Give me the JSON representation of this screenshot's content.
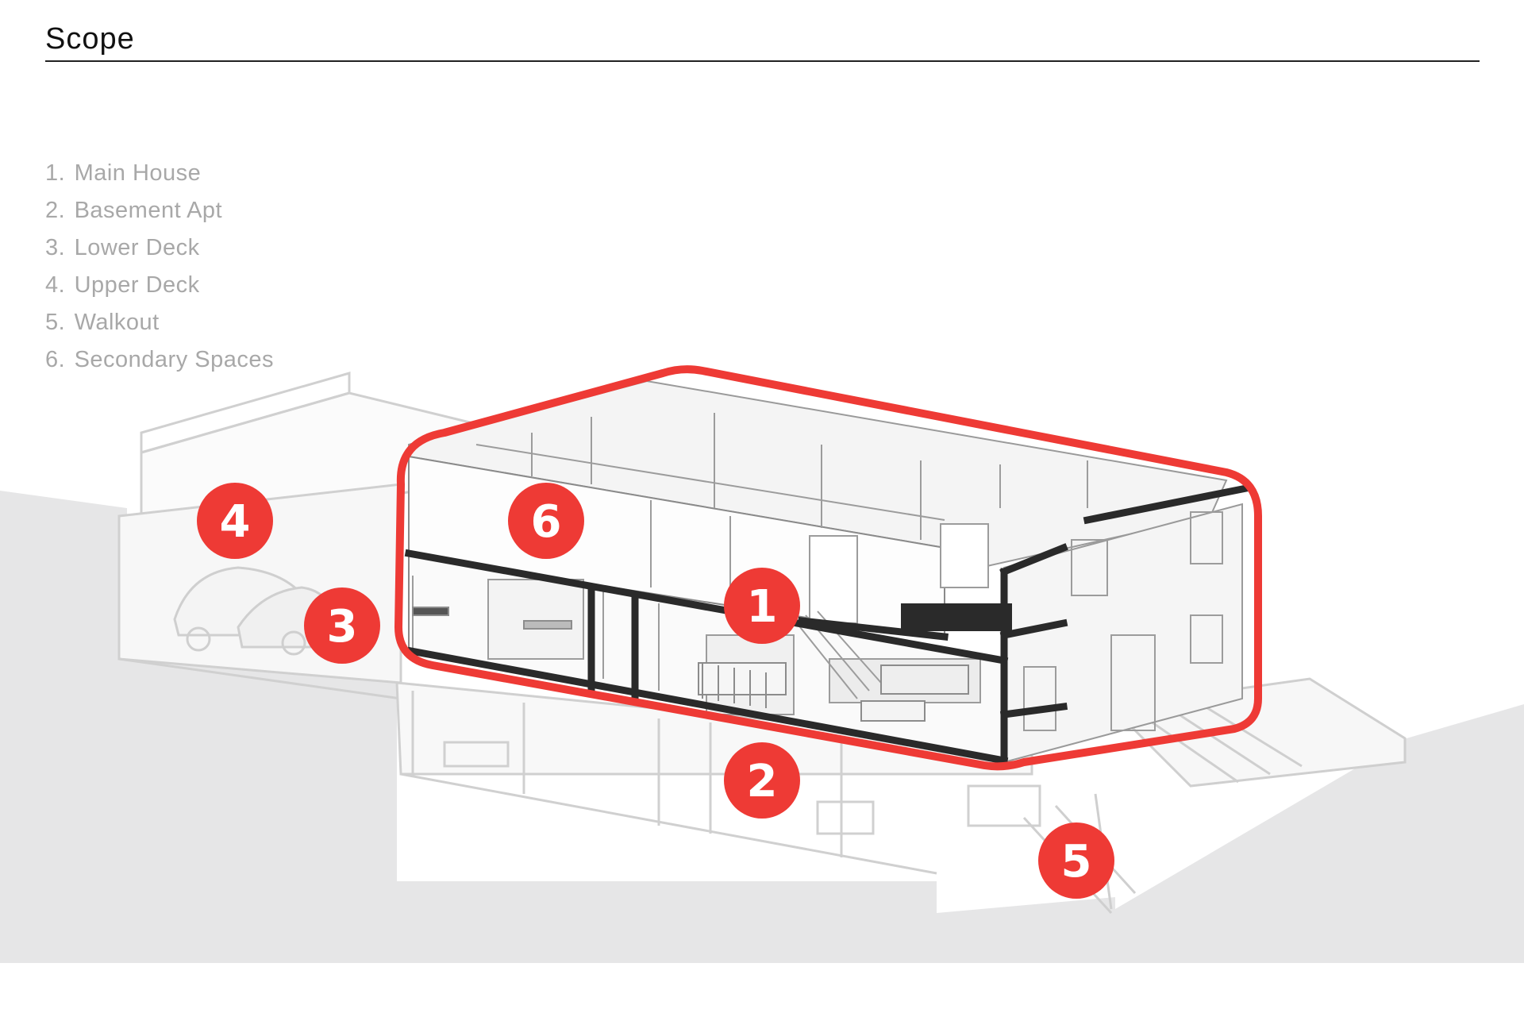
{
  "header": {
    "title": "Scope"
  },
  "legend": {
    "items": [
      {
        "num": "1.",
        "label": "Main House"
      },
      {
        "num": "2.",
        "label": "Basement Apt"
      },
      {
        "num": "3.",
        "label": "Lower Deck"
      },
      {
        "num": "4.",
        "label": "Upper Deck"
      },
      {
        "num": "5.",
        "label": "Walkout"
      },
      {
        "num": "6.",
        "label": "Secondary Spaces"
      }
    ]
  },
  "markers": [
    {
      "id": "main-house",
      "label": "1"
    },
    {
      "id": "basement-apt",
      "label": "2"
    },
    {
      "id": "lower-deck",
      "label": "3"
    },
    {
      "id": "upper-deck",
      "label": "4"
    },
    {
      "id": "walkout",
      "label": "5"
    },
    {
      "id": "secondary-spaces",
      "label": "6"
    }
  ],
  "colors": {
    "accent": "#ee3a35",
    "ground": "#e6e6e7",
    "section_wall": "#2a2a2a",
    "faded_line": "#d0d0d0",
    "legend_text": "#a8a8a8"
  }
}
